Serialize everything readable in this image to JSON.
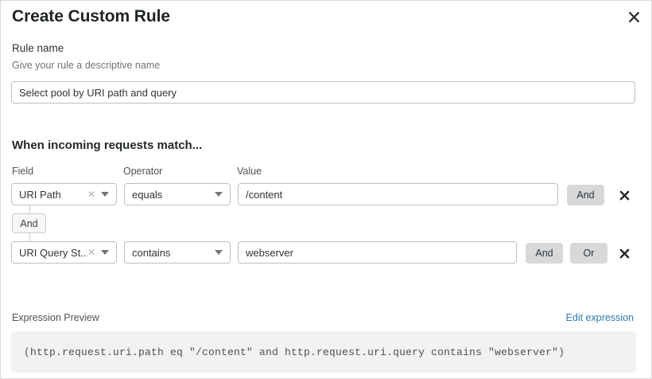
{
  "dialog": {
    "title": "Create Custom Rule",
    "close_icon": "close-icon"
  },
  "rule_name": {
    "label": "Rule name",
    "hint": "Give your rule a descriptive name",
    "value": "Select pool by URI path and query",
    "placeholder": ""
  },
  "conditions": {
    "heading": "When incoming requests match...",
    "columns": {
      "field": "Field",
      "operator": "Operator",
      "value": "Value"
    },
    "connector_badge": "And",
    "rows": [
      {
        "field": "URI Path",
        "operator": "equals",
        "value": "/content",
        "buttons": [
          "And"
        ],
        "delete_icon": "close-icon",
        "clear_icon": "clear-icon",
        "chevron_icon": "chevron-down-icon"
      },
      {
        "field": "URI Query St...",
        "operator": "contains",
        "value": "webserver",
        "buttons": [
          "And",
          "Or"
        ],
        "delete_icon": "close-icon",
        "clear_icon": "clear-icon",
        "chevron_icon": "chevron-down-icon"
      }
    ]
  },
  "expression": {
    "label": "Expression Preview",
    "edit_link": "Edit expression",
    "code": "(http.request.uri.path eq \"/content\" and http.request.uri.query contains \"webserver\")"
  },
  "colors": {
    "link": "#2c7cb0",
    "button_bg": "#d6d8da",
    "code_bg": "#f2f2f2",
    "border": "#bcbfc2"
  }
}
